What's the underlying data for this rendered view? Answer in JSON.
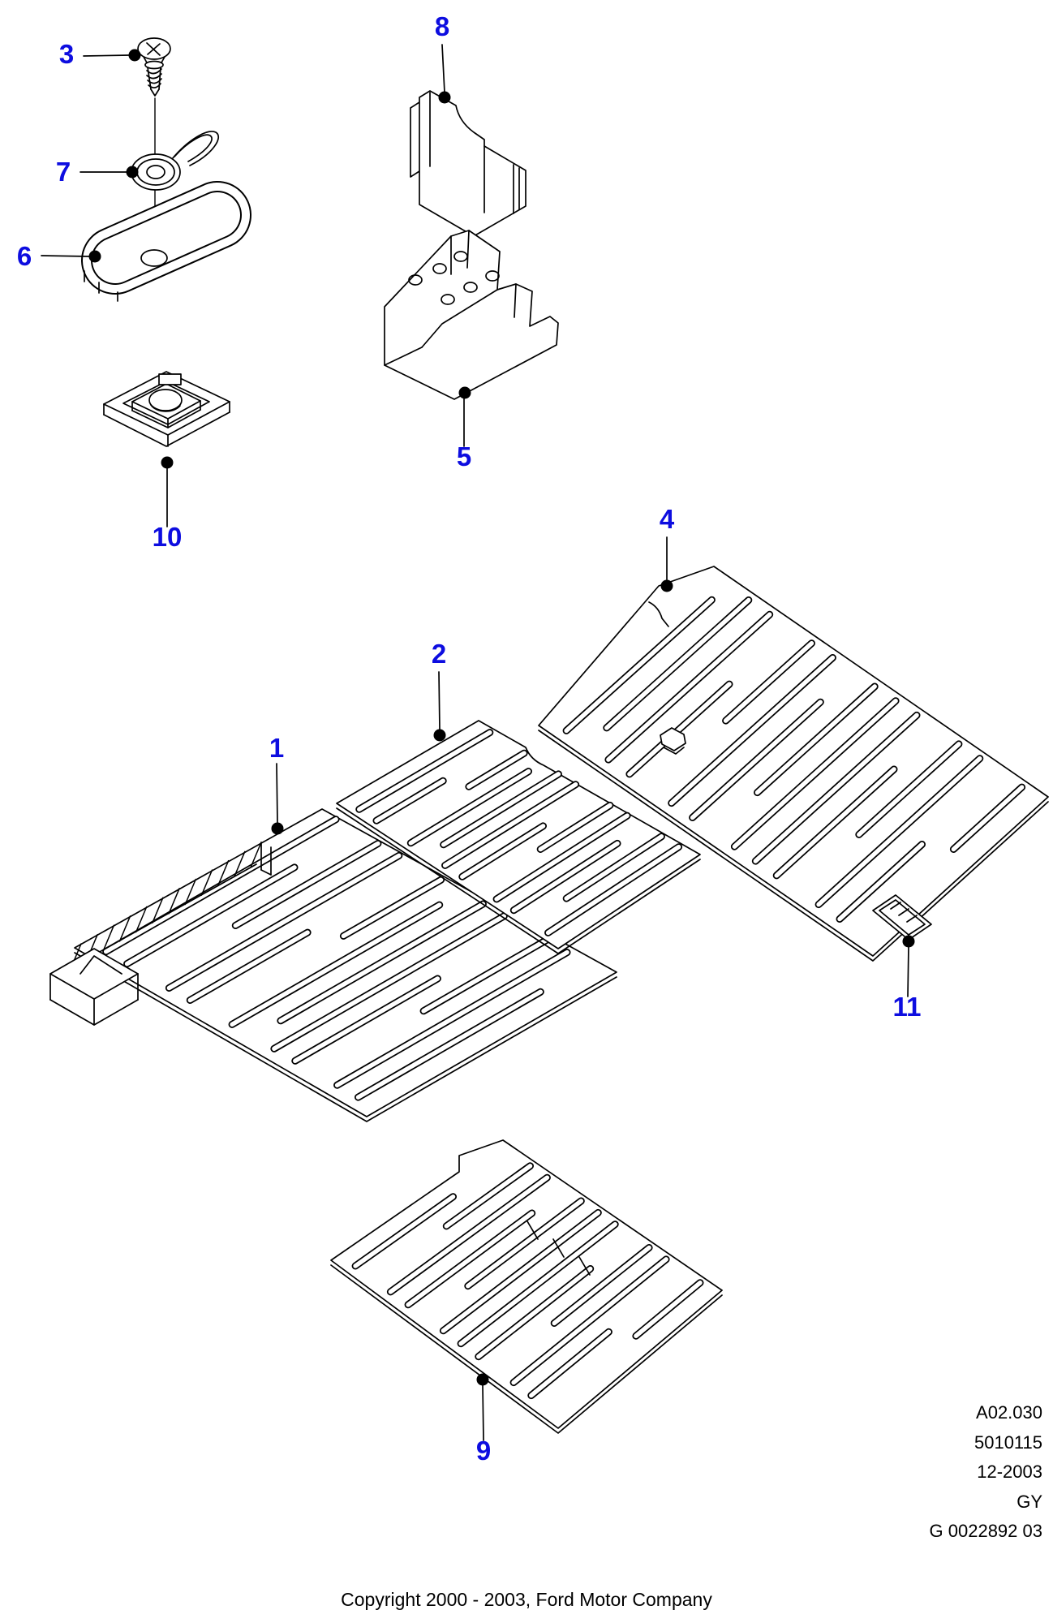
{
  "diagram": {
    "title": "exploded-floor-pan-parts-diagram",
    "callouts": [
      {
        "number": "1"
      },
      {
        "number": "2"
      },
      {
        "number": "3"
      },
      {
        "number": "4"
      },
      {
        "number": "5"
      },
      {
        "number": "6"
      },
      {
        "number": "7"
      },
      {
        "number": "8"
      },
      {
        "number": "9"
      },
      {
        "number": "10"
      },
      {
        "number": "11"
      }
    ]
  },
  "doc_info": {
    "lines": [
      "A02.030",
      "5010115",
      "12-2003",
      "GY",
      "G 0022892 03"
    ]
  },
  "footer": {
    "copyright": "Copyright 2000 - 2003, Ford Motor Company"
  },
  "colors": {
    "callout_blue": "#0d0de0",
    "line_black": "#000000",
    "background": "#ffffff"
  }
}
